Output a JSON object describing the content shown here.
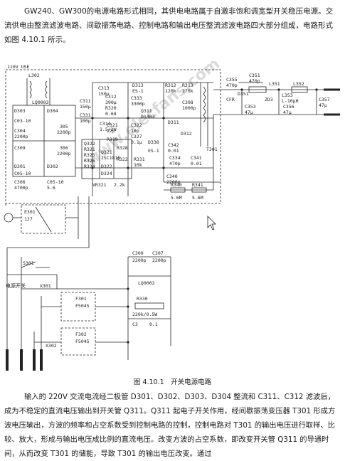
{
  "intro_text": "GW240、GW300的电源电路形式相同，其供电电路属于自激非饱和调宽型开关稳压电源。交流供电由整流滤波电路、间歇振荡电路、控制电路和输出电压整流滤波电路四大部分组成，电路形式如图 4.10.1 所示。",
  "watermark": "www.elecfans.com",
  "schematic": {
    "labels": {
      "supply": "110V USE",
      "l302": "L302",
      "lq0003": "LQ0003",
      "d303": "D303",
      "d304": "D304",
      "d301": "D301",
      "d302": "D302",
      "c303": "C03-10",
      "c305": "305",
      "c305v": "2200p",
      "c306": "306",
      "c306v": "2200p",
      "c304": "C304",
      "c304v": "2200p",
      "c310": "C05-10",
      "c309": "C309",
      "c313": "C313",
      "c313v": "150μ",
      "c311": "C311",
      "c311v": "150μ",
      "c312": "C312",
      "c312v": "390μ",
      "r320": "R320",
      "r320v": "0.68",
      "c314": "C314",
      "c314v": "1.5/3W",
      "d313": "D313",
      "es1": "ES-1",
      "c333": "C333",
      "c333v": "3300p",
      "r312": "R312",
      "r312v": "120k",
      "r313": "R313",
      "r313v": "270k",
      "q311": "Q311",
      "q311v": "D1403",
      "c308": "C308",
      "c308v": "1000p",
      "t301": "T301",
      "d311": "D311",
      "d312": "D312",
      "c321": "C321",
      "c321v": "22p",
      "c322": "C322",
      "c322v": "10p",
      "r319": "R319",
      "r328": "R328",
      "c327": "C327",
      "c327v": "0.1μ",
      "d338": "D338",
      "es1b": "ES-1",
      "c342": "C342",
      "c342v": "0.01",
      "c355": "C355",
      "c355v": "470p",
      "c341": "C341",
      "c341v": "0.01",
      "c334": "C334",
      "c334v": "470p",
      "q322": "Q322",
      "q321": "Q321",
      "q321v": "2SC1815",
      "r321": "R321",
      "r325": "R325",
      "r326": "R326",
      "r324": "R324",
      "d322": "D322",
      "d324": "D324",
      "r322": "R322",
      "r331": "R331",
      "r331v": "10k",
      "c340": "C340",
      "c340v": "2200p",
      "r340": "R340",
      "r340v": "5.6M",
      "r341": "R341",
      "r341v": "5.6M",
      "vr321": "VR321",
      "vr321v": "2.2k",
      "c331": "C331",
      "c331v": "100μ",
      "c351": "C351",
      "c351v": "470p",
      "l351": "L351",
      "l351v": "L352",
      "d351": "D351",
      "zd": "ZD3",
      "c353": "C353",
      "c353v": "47μ",
      "l353": "L353",
      "l353v": "L-10μH",
      "c356": "C356",
      "c356v": "47μ",
      "cfr": "CFR",
      "c357": "C357",
      "c357v": "47μ",
      "c308b": "C306",
      "c308bv": "4700p",
      "c305b": "C05-10",
      "c305bv": "5.6",
      "e301": "E301",
      "e301v": "127",
      "s301": "S301",
      "x301": "X301",
      "power_switch": "电源开关",
      "c300": "C300",
      "c300v": "2200p",
      "c307": "C307",
      "c307v": "2200p",
      "lq0002": "LQ0002",
      "r330": "R330",
      "r330v": "220k/0.5W",
      "c3": "C3",
      "c3v": "0.1",
      "f301": "F301",
      "f301v": "F5045",
      "f302": "F302",
      "f302v": "F5045",
      "x302": "X302"
    }
  },
  "caption": "图 4.10.1　开关电源电路",
  "body_text": "输入的 220V 交流电流经二极管 D301、D302、D303、D304 整流和 C311、C312 滤波后，成为不稳定的直流电压输出到开关管 Q311。Q311 起电子开关作用，经间歇振荡变压器 T301 形成方波电压输出，方波的频率和占空系数受到控制电路的控制，控制电路对 T301 的输出电压进行取样、比较、放大，形成与输出电压成比例的直流电压。改变方波的占空系数，即改变开关管 Q311 的导通时间，从而改变 T301 的储能，导致 T301 的输出电压改变。通过"
}
